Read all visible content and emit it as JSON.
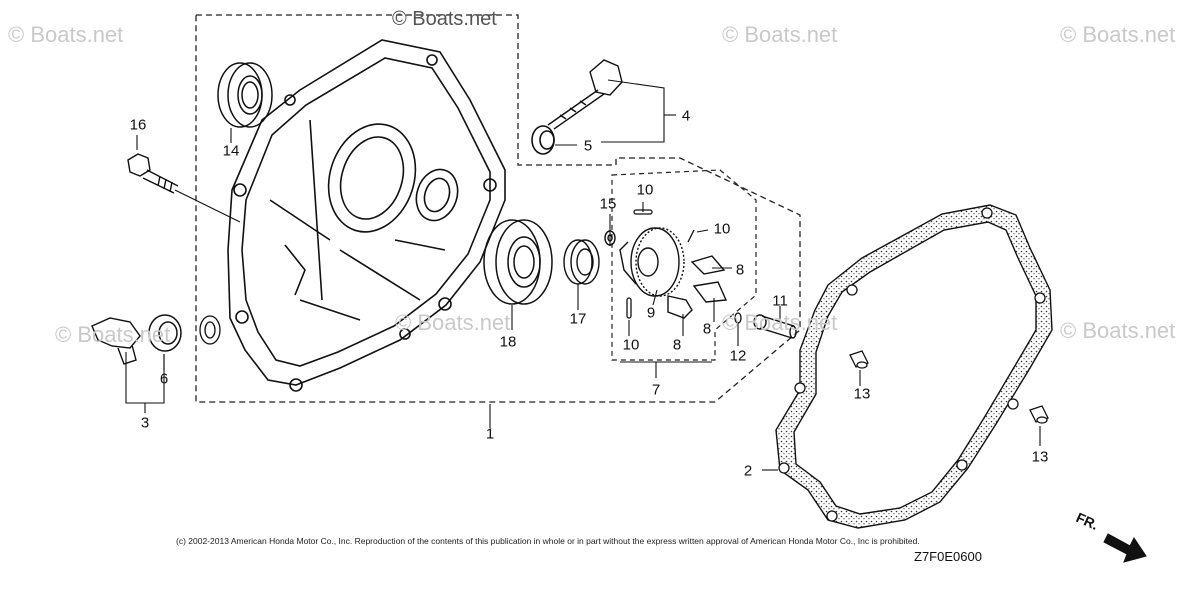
{
  "watermarks": [
    "© Boats.net",
    "© Boats.net",
    "© Boats.net",
    "© Boats.net",
    "© Boats.net",
    "© Boats.net",
    "© Boats.net",
    "© Boats.net"
  ],
  "callouts": {
    "c1": "1",
    "c2": "2",
    "c3": "3",
    "c4": "4",
    "c5": "5",
    "c6": "6",
    "c7": "7",
    "c8a": "8",
    "c8b": "8",
    "c8c": "8",
    "c9": "9",
    "c10a": "10",
    "c10b": "10",
    "c10c": "10",
    "c11": "11",
    "c12": "12",
    "c13a": "13",
    "c13b": "13",
    "c14": "14",
    "c15": "15",
    "c16": "16",
    "c17": "17",
    "c18": "18"
  },
  "copyright": "(c) 2002-2013 American Honda Motor Co., Inc. Reproduction of the contents of this publication in whole or in part without the express written approval of American Honda Motor Co., Inc is prohibited.",
  "diagram_code": "Z7F0E0600",
  "direction_label": "FR.",
  "icons": [
    "crankcase-cover",
    "oil-seal",
    "flange-bolt",
    "oil-filler-cap",
    "drain-plug",
    "gasket",
    "governor-assembly",
    "ball-bearing",
    "dowel-pin",
    "front-arrow-icon"
  ]
}
